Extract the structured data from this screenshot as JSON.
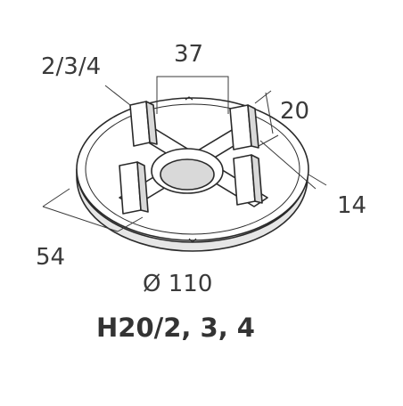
{
  "labels": {
    "thickness_options": "2/3/4",
    "tab_spacing": "37",
    "tab_height": "20",
    "rim_offset": "14",
    "depth": "54",
    "diameter": "Ø 110"
  },
  "title": "H20/2, 3, 4",
  "colors": {
    "line": "#2a2a2a",
    "face": "#ffffff",
    "shade": "#d9d9d9",
    "text": "#3a3a3a"
  }
}
